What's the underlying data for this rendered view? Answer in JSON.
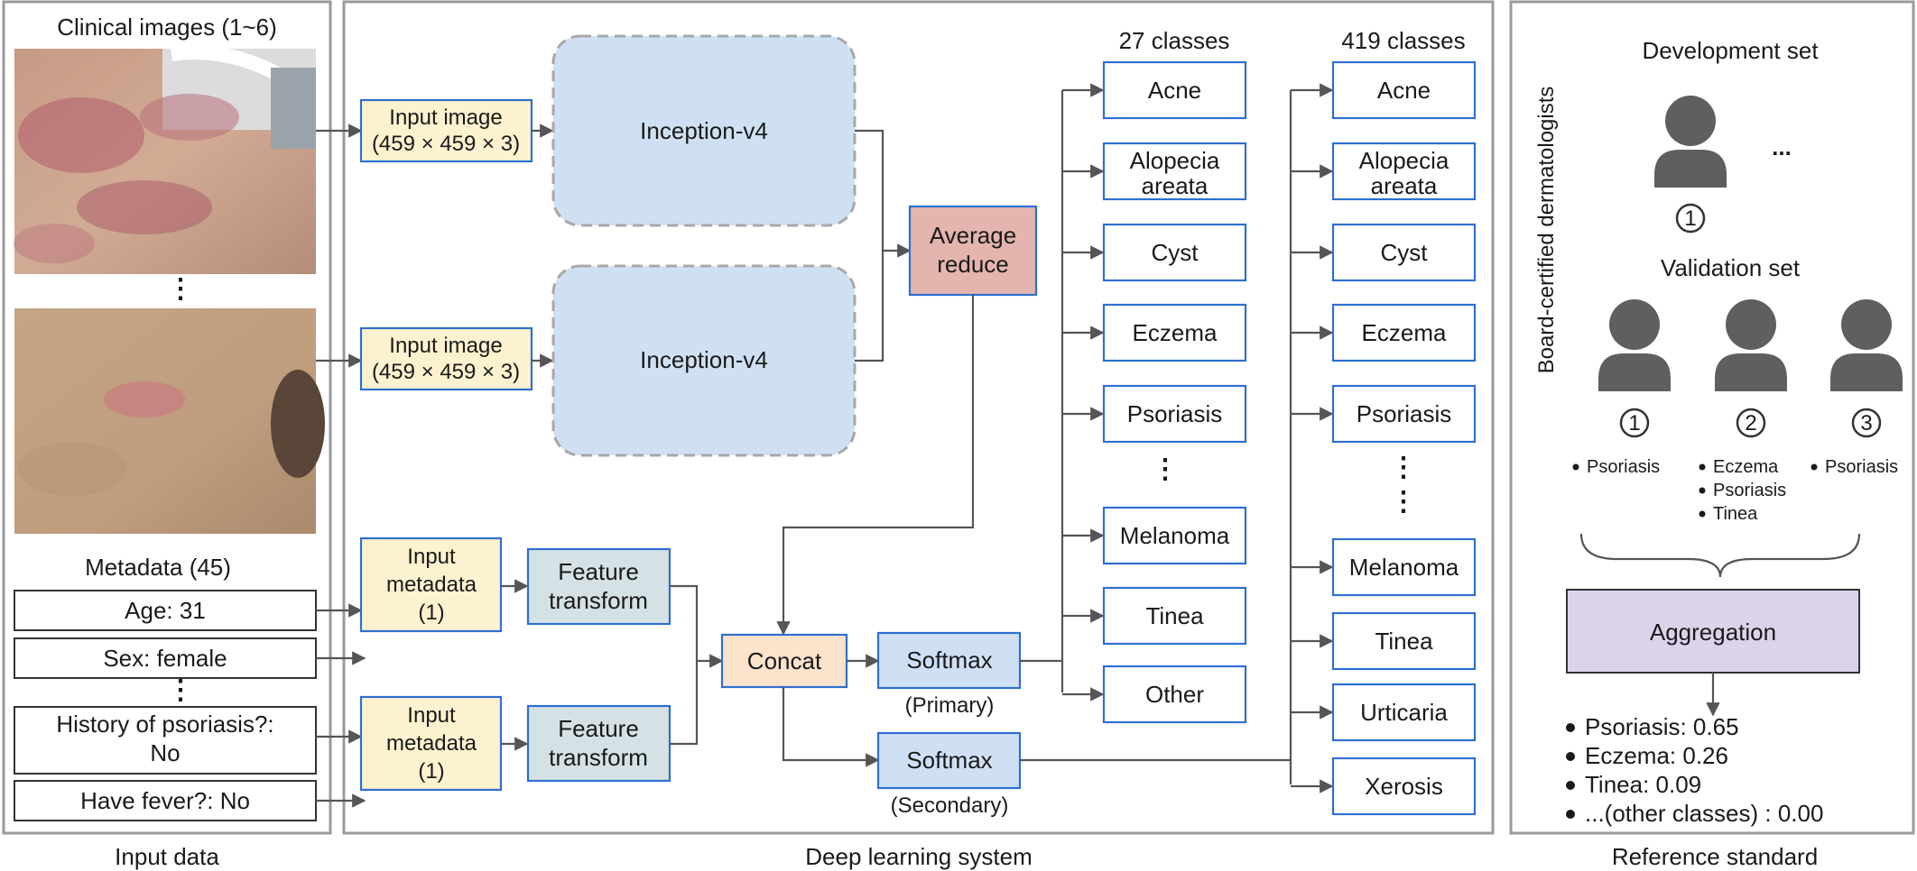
{
  "input_data": {
    "clinical_images_label": "Clinical images (1~6)",
    "ellipsis": "⋮",
    "metadata_label": "Metadata (45)",
    "metadata_items": [
      [
        "Age: 31"
      ],
      [
        "Sex: female"
      ],
      [
        "History of psoriasis?:",
        "No"
      ],
      [
        "Have fever?: No"
      ]
    ],
    "panel_caption": "Input data"
  },
  "deep_learning": {
    "input_image": [
      "Input image",
      "(459 × 459 × 3)"
    ],
    "inception": "Inception-v4",
    "average_reduce": [
      "Average",
      "reduce"
    ],
    "input_metadata": [
      "Input",
      "metadata",
      "(1)"
    ],
    "feature_transform": [
      "Feature",
      "transform"
    ],
    "concat": "Concat",
    "softmax": "Softmax",
    "primary": "(Primary)",
    "secondary": "(Secondary)",
    "classes27_header": "27 classes",
    "classes419_header": "419 classes",
    "classes27": [
      [
        "Acne"
      ],
      [
        "Alopecia",
        "areata"
      ],
      [
        "Cyst"
      ],
      [
        "Eczema"
      ],
      [
        "Psoriasis"
      ],
      [
        "Melanoma"
      ],
      [
        "Tinea"
      ],
      [
        "Other"
      ]
    ],
    "classes419": [
      [
        "Acne"
      ],
      [
        "Alopecia",
        "areata"
      ],
      [
        "Cyst"
      ],
      [
        "Eczema"
      ],
      [
        "Psoriasis"
      ],
      [
        "Melanoma"
      ],
      [
        "Tinea"
      ],
      [
        "Urticaria"
      ],
      [
        "Xerosis"
      ]
    ],
    "panel_caption": "Deep learning system"
  },
  "reference": {
    "side_label": "Board-certified dermatologists",
    "development_set": "Development set",
    "validation_set": "Validation set",
    "dots": "...",
    "numbers": [
      "1",
      "2",
      "3"
    ],
    "opinions": [
      [
        "Psoriasis"
      ],
      [
        "Eczema",
        "Psoriasis",
        "Tinea"
      ],
      [
        "Psoriasis"
      ]
    ],
    "aggregation": "Aggregation",
    "results": [
      "Psoriasis: 0.65",
      "Eczema: 0.26",
      "Tinea: 0.09",
      "...(other classes) : 0.00"
    ],
    "panel_caption": "Reference standard"
  },
  "colors": {
    "input_box": "#fdf2cf",
    "inception": "#cfe0f2",
    "average_reduce": "#e4b5ae",
    "feature_transform": "#d4e2e6",
    "concat": "#fce3cc",
    "softmax": "#cfe0f5",
    "aggregation": "#dcd3eb",
    "box_border_blue": "#2f6fd0",
    "person": "#5f5f5f"
  }
}
